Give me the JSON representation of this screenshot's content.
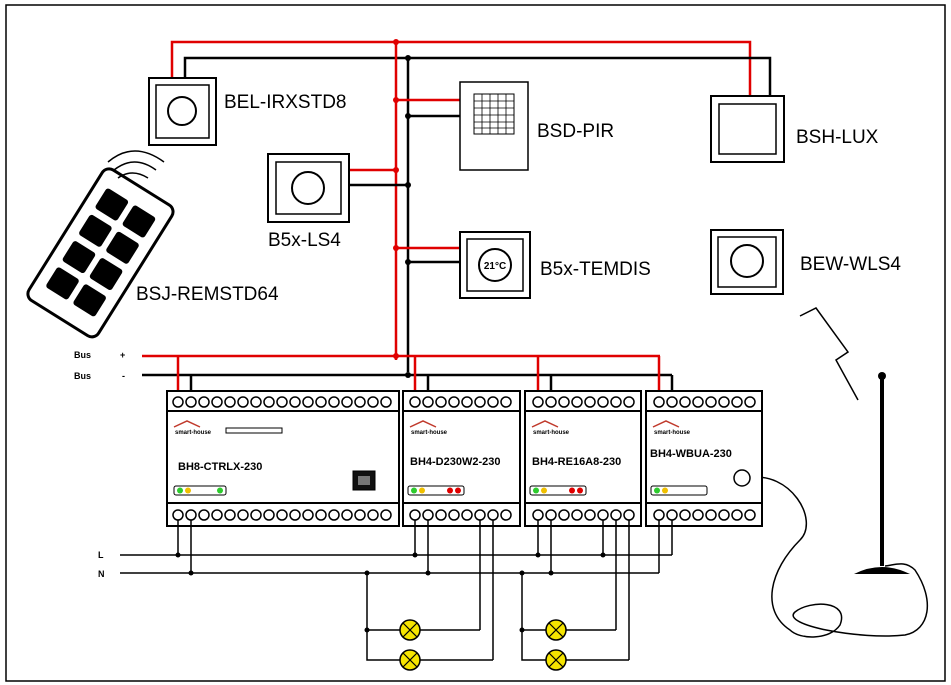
{
  "devices": {
    "bel": "BEL-IRXSTD8",
    "bsd": "BSD-PIR",
    "bsh": "BSH-LUX",
    "b5x_ls4": "B5x-LS4",
    "b5x_temdis": "B5x-TEMDIS",
    "temp_display": "21°C",
    "bew": "BEW-WLS4",
    "bsj": "BSJ-REMSTD64"
  },
  "bus": {
    "label": "Bus",
    "plus": "+",
    "minus": "-"
  },
  "power": {
    "l": "L",
    "n": "N"
  },
  "modules": [
    {
      "name": "BH8-CTRLX-230",
      "logo": "smart-house"
    },
    {
      "name": "BH4-D230W2-230",
      "logo": "smart-house"
    },
    {
      "name": "BH4-RE16A8-230",
      "logo": "smart-house"
    },
    {
      "name": "BH4-WBUA-230",
      "logo": "smart-house"
    }
  ],
  "colors": {
    "bus_plus": "#e00000",
    "wire": "#000000",
    "lamp": "#f5e400",
    "led_green": "#2ecc2e",
    "led_yellow": "#f0c000",
    "led_red": "#e00000",
    "logo_red": "#c0392b"
  }
}
